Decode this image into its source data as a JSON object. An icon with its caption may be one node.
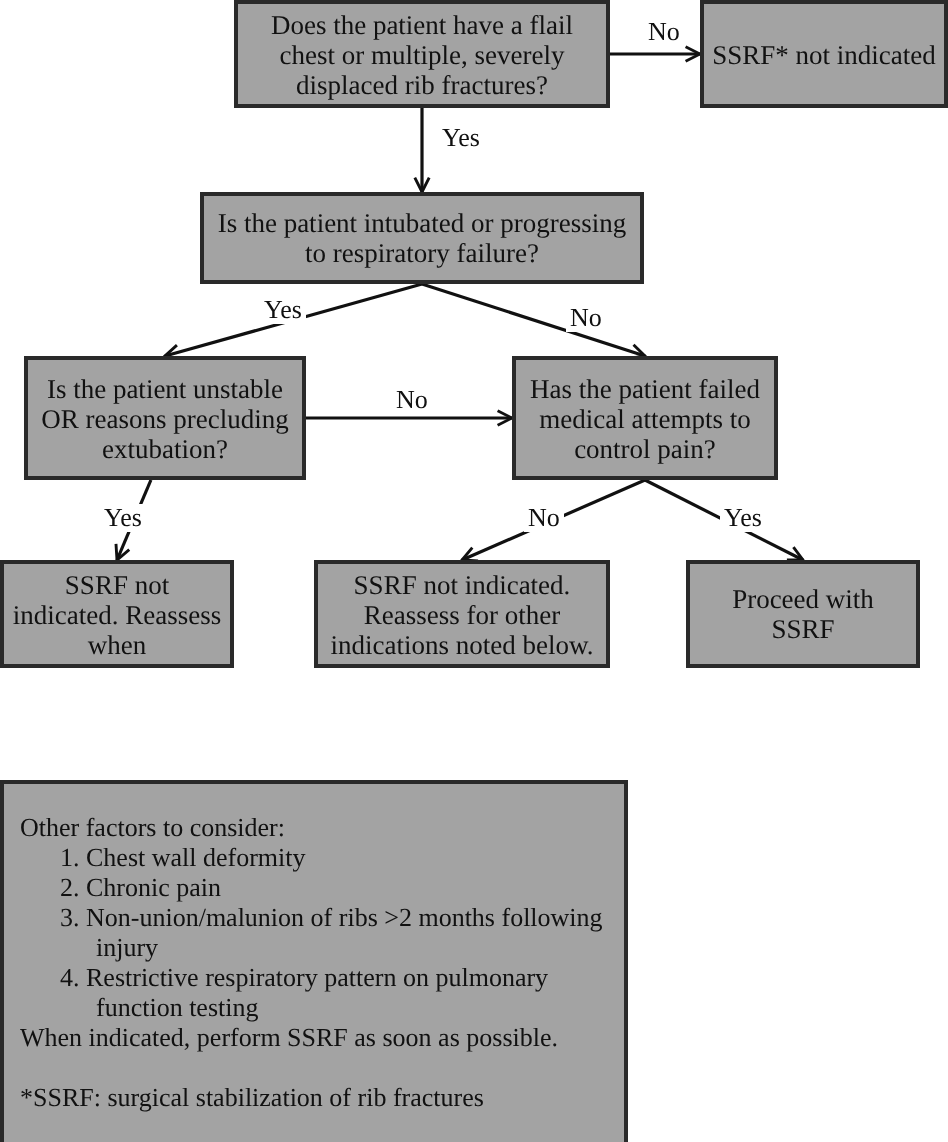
{
  "diagram": {
    "nodes": [
      {
        "text": [
          "Does the patient have a flail chest or multiple, severely displaced rib fractures?"
        ]
      },
      {
        "text": [
          "SSRF* not indicated"
        ]
      },
      {
        "text": [
          "Is the patient intubated or progressing to respiratory failure?"
        ]
      },
      {
        "text": [
          "Is the patient unstable OR reasons precluding extubation?"
        ]
      },
      {
        "text": [
          "Has the patient failed medical attempts to control pain?"
        ]
      },
      {
        "text": [
          "SSRF not indicated. Reassess when"
        ]
      },
      {
        "text": [
          "SSRF not indicated. Reassess for other indications noted below."
        ]
      },
      {
        "text": [
          "Proceed with SSRF"
        ]
      },
      {
        "text": [
          "Other factors to consider:",
          "1. Chest wall deformity",
          "2. Chronic pain",
          "3. Non-union/malunion of ribs >2 months following injury",
          "4. Restrictive respiratory pattern on pulmonary function testing",
          "When indicated, perform SSRF as soon as possible.",
          "*SSRF: surgical stabilization of rib fractures"
        ]
      }
    ],
    "edges": [
      {
        "from": 0,
        "to": 1,
        "arrow": "to",
        "label": "No"
      },
      {
        "from": 0,
        "to": 2,
        "arrow": "to",
        "label": "Yes"
      },
      {
        "from": 2,
        "to": 3,
        "arrow": "to",
        "label": "Yes"
      },
      {
        "from": 2,
        "to": 4,
        "arrow": "to",
        "label": "No"
      },
      {
        "from": 3,
        "to": 4,
        "arrow": "to",
        "label": "No"
      },
      {
        "from": 3,
        "to": 5,
        "arrow": "to",
        "label": "Yes"
      },
      {
        "from": 4,
        "to": 6,
        "arrow": "to",
        "label": "No"
      },
      {
        "from": 4,
        "to": 7,
        "arrow": "to",
        "label": "Yes"
      }
    ]
  }
}
